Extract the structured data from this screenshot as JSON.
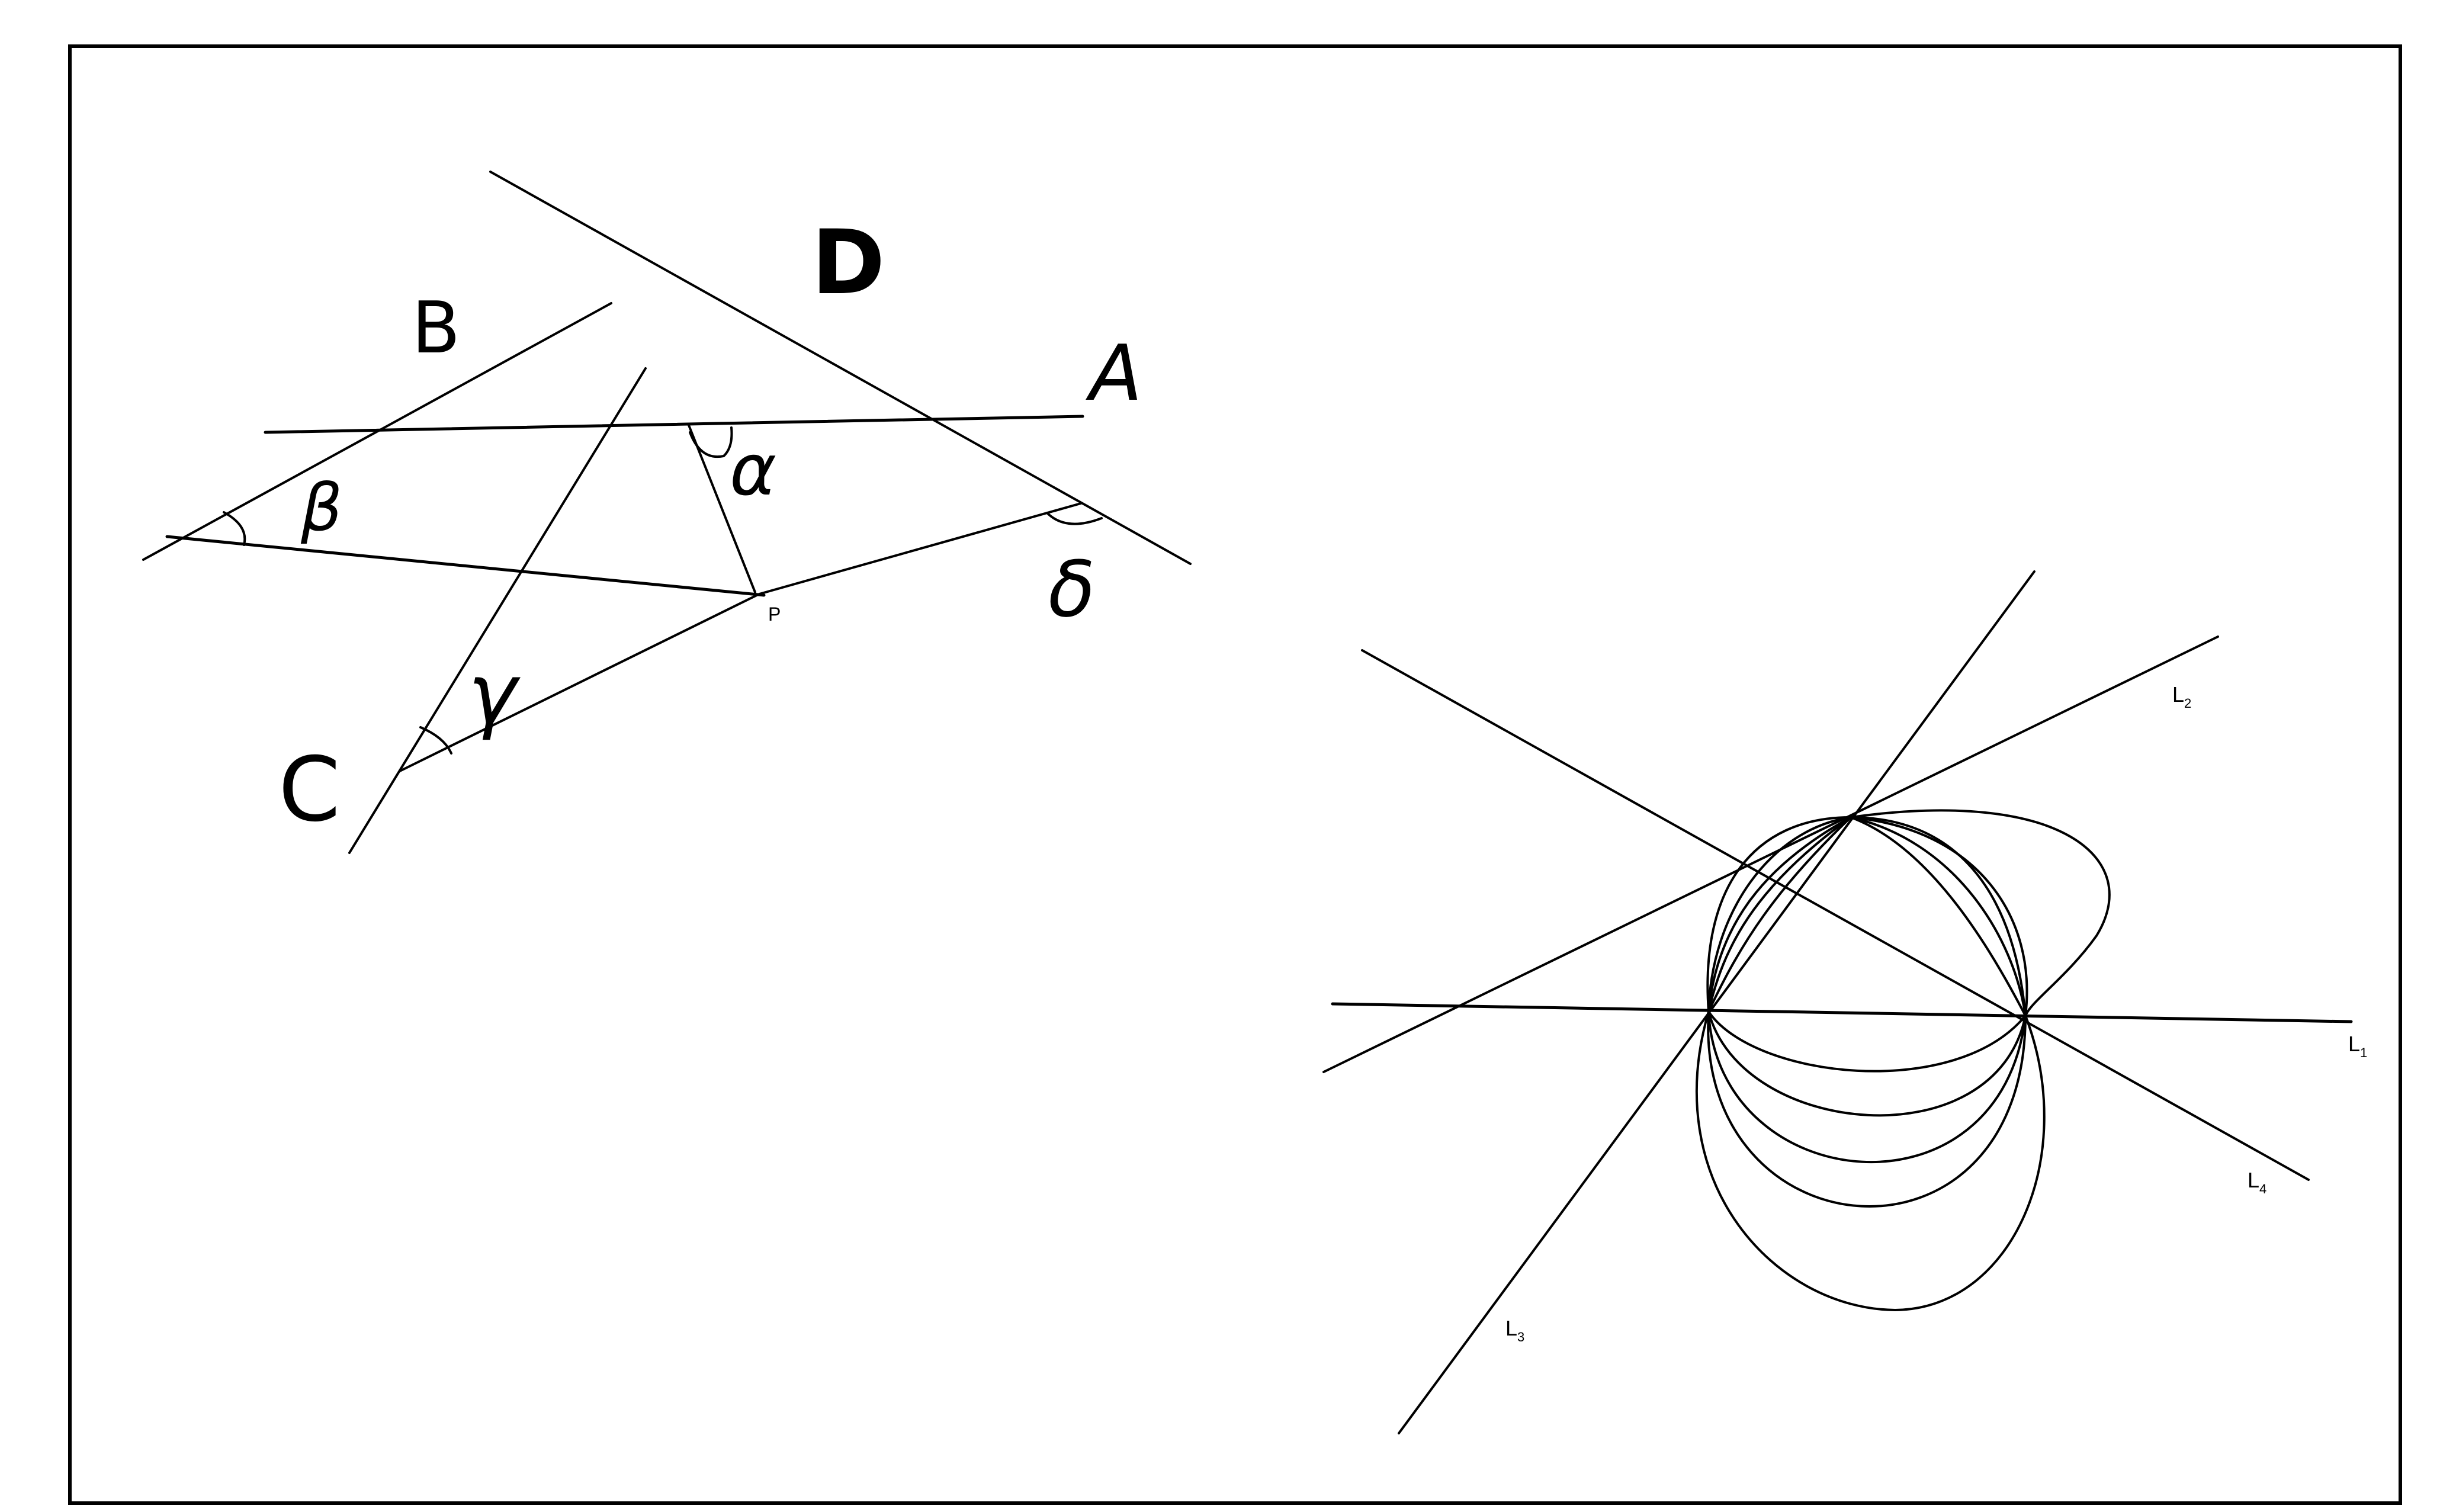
{
  "left_diagram": {
    "labels": {
      "line_a": "A",
      "line_b": "B",
      "line_c": "C",
      "line_d": "D",
      "point_p": "P",
      "angle_alpha": "α",
      "angle_beta": "β",
      "angle_gamma": "γ",
      "angle_delta": "δ"
    }
  },
  "right_diagram": {
    "labels": {
      "line_1": "L",
      "line_1_sub": "1",
      "line_2": "L",
      "line_2_sub": "2",
      "line_3": "L",
      "line_3_sub": "3",
      "line_4": "L",
      "line_4_sub": "4"
    }
  }
}
